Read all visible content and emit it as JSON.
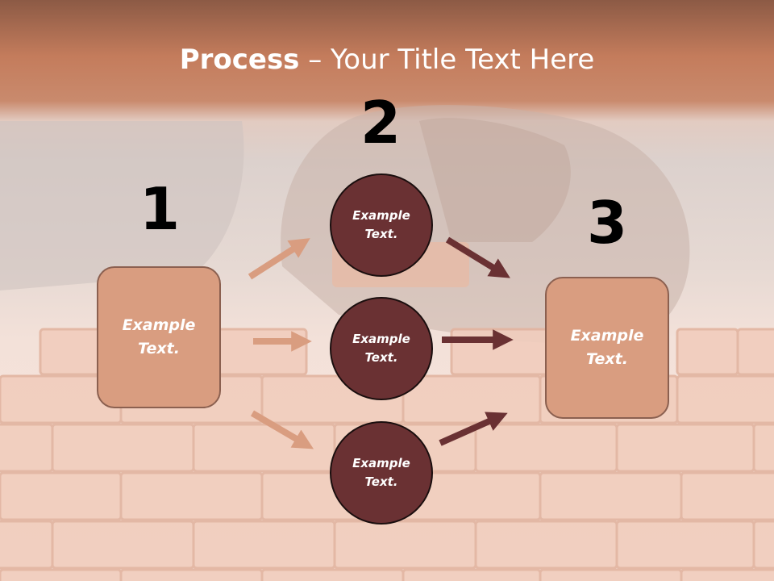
{
  "slide": {
    "title_bold": "Process",
    "title_rest": " – Your Title Text Here",
    "colors": {
      "header": "#c47c5c",
      "box_fill": "#d99d80",
      "circle_fill": "#6a3133",
      "arrow_light": "#d99d80",
      "arrow_dark": "#6a3133"
    }
  },
  "steps": {
    "step1": {
      "number": "1",
      "box_text": "Example Text."
    },
    "step2": {
      "number": "2",
      "circle_top": "Example Text.",
      "circle_middle": "Example Text.",
      "circle_bottom": "Example Text."
    },
    "step3": {
      "number": "3",
      "box_text": "Example Text."
    }
  }
}
